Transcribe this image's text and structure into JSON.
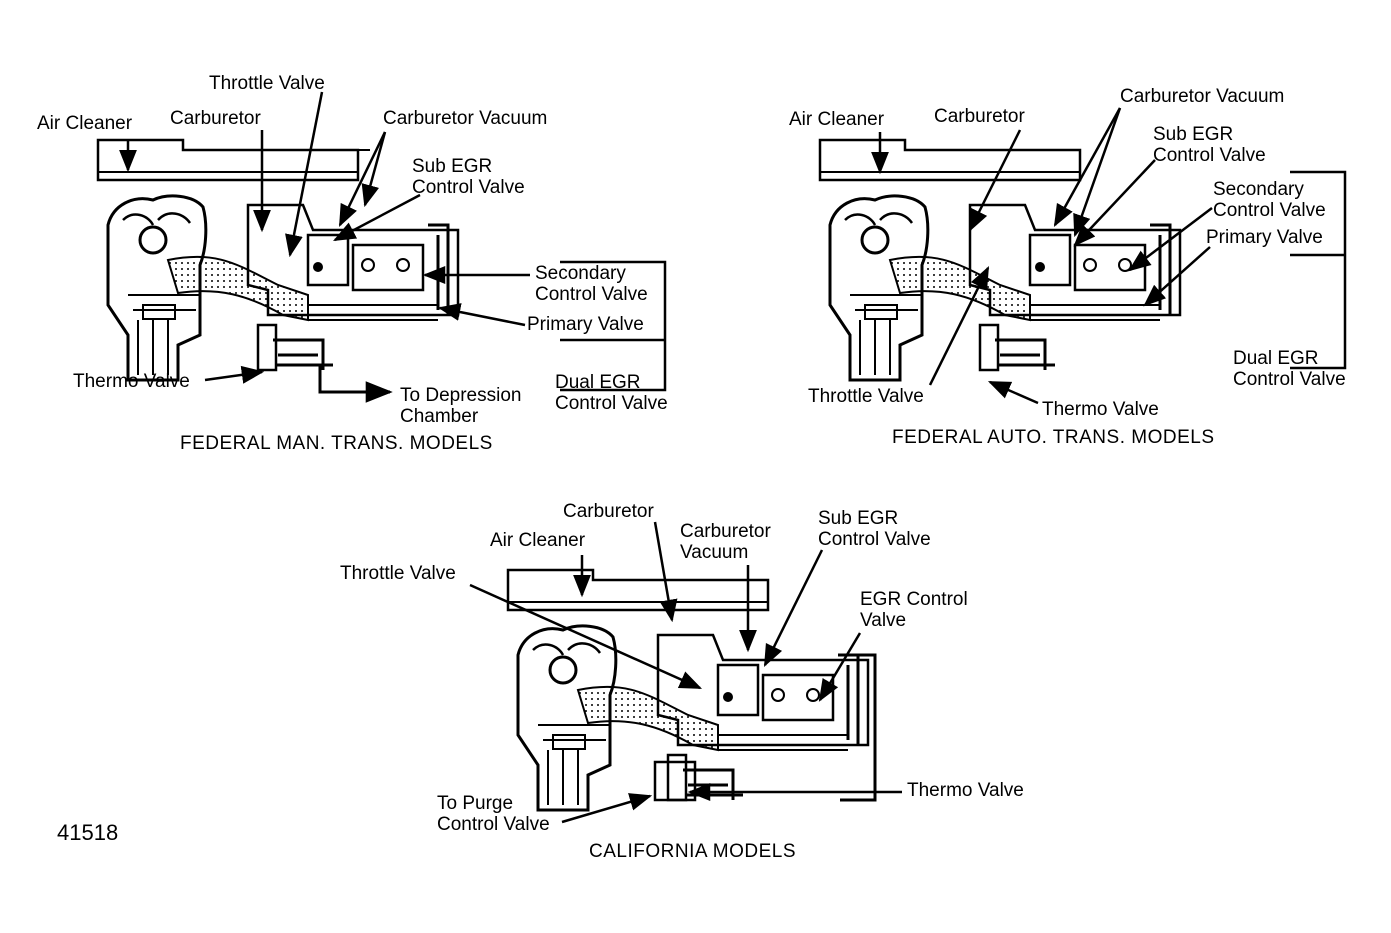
{
  "figure_number": "41518",
  "panels": {
    "federal_manual": {
      "caption": "FEDERAL MAN. TRANS. MODELS",
      "labels": {
        "air_cleaner": "Air Cleaner",
        "carburetor": "Carburetor",
        "throttle_valve": "Throttle Valve",
        "carburetor_vacuum": "Carburetor Vacuum",
        "sub_egr_1": "Sub EGR",
        "sub_egr_2": "Control Valve",
        "secondary_1": "Secondary",
        "secondary_2": "Control Valve",
        "primary_valve": "Primary Valve",
        "thermo_valve": "Thermo Valve",
        "depression_1": "To Depression",
        "depression_2": "Chamber",
        "dual_egr_1": "Dual EGR",
        "dual_egr_2": "Control Valve"
      }
    },
    "federal_auto": {
      "caption": "FEDERAL AUTO. TRANS. MODELS",
      "labels": {
        "air_cleaner": "Air Cleaner",
        "carburetor": "Carburetor",
        "carburetor_vacuum": "Carburetor Vacuum",
        "sub_egr_1": "Sub EGR",
        "sub_egr_2": "Control Valve",
        "secondary_1": "Secondary",
        "secondary_2": "Control Valve",
        "primary_valve": "Primary Valve",
        "throttle_valve": "Throttle Valve",
        "thermo_valve": "Thermo Valve",
        "dual_egr_1": "Dual EGR",
        "dual_egr_2": "Control Valve"
      }
    },
    "california": {
      "caption": "CALIFORNIA MODELS",
      "labels": {
        "carburetor": "Carburetor",
        "air_cleaner": "Air Cleaner",
        "carburetor_vacuum_1": "Carburetor",
        "carburetor_vacuum_2": "Vacuum",
        "sub_egr_1": "Sub EGR",
        "sub_egr_2": "Control Valve",
        "throttle_valve": "Throttle Valve",
        "egr_control_1": "EGR Control",
        "egr_control_2": "Valve",
        "purge_1": "To Purge",
        "purge_2": "Control Valve",
        "thermo_valve": "Thermo Valve"
      }
    }
  }
}
